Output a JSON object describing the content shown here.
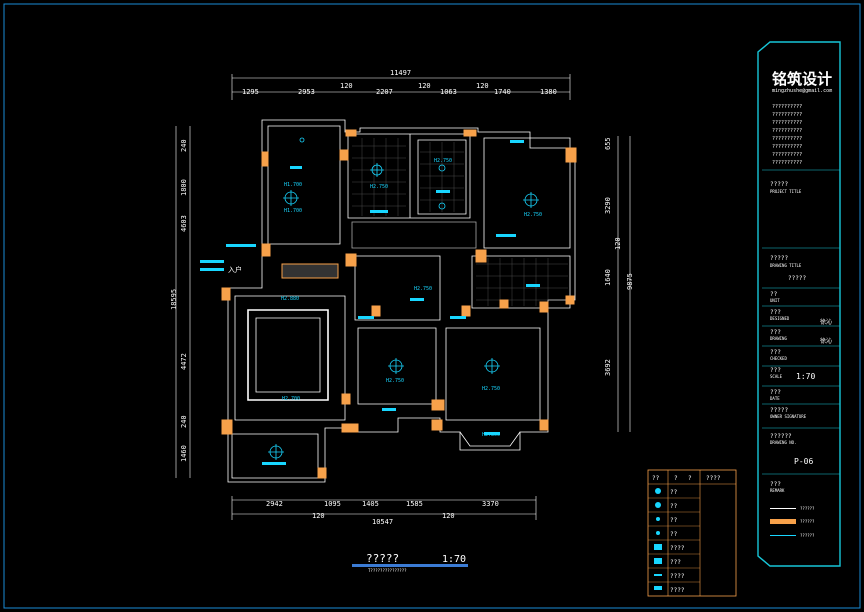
{
  "title_block": {
    "logo": "铭筑设计",
    "email": "mingzhushe@gmail.com",
    "notes": [
      "??????????",
      "??????????",
      "??????????",
      "??????????",
      "??????????",
      "??????????",
      "??????????",
      "??????????"
    ],
    "project_title_cn": "?????",
    "project_title_en": "PROJECT TITLE",
    "drawing_title_cn": "?????",
    "drawing_title_en": "DRAWING TITLE",
    "drawing_title_value": "?????",
    "unit_cn": "??",
    "unit_en": "UNIT",
    "designed_cn": "???",
    "designed_en": "DESIGNED",
    "designed_value": "徐沁",
    "drawing_cn": "???",
    "drawing_en": "DRAWING",
    "drawing_value": "徐沁",
    "checked_cn": "???",
    "checked_en": "CHECKED",
    "scale_cn": "???",
    "scale_en": "SCALE",
    "scale_value": "1:70",
    "date_cn": "???",
    "date_en": "DATE",
    "signature_cn": "?????",
    "signature_en": "OWNER SIGNATURE",
    "drawing_no_cn": "??????",
    "drawing_no_en": "DRAWING NO.",
    "drawing_no_value": "P-06",
    "remark_cn": "???",
    "remark_en": "REMARK",
    "legend": [
      "??????",
      "??????",
      "??????"
    ]
  },
  "drawing": {
    "caption": "?????",
    "caption_scale": "1:70",
    "caption_sub": "T???????????????",
    "entrance_label": "入户",
    "top_total": "11497",
    "top_dims": [
      "1295",
      "2953",
      "120",
      "2207",
      "120",
      "1063",
      "120",
      "1740",
      "1380"
    ],
    "bottom_total": "10547",
    "bottom_dims": [
      "2942",
      "120",
      "1095",
      "1405",
      "1585",
      "120",
      "3370"
    ],
    "left_total": "18595",
    "left_dims": [
      "240",
      "1800",
      "4603",
      "4472",
      "240",
      "1460"
    ],
    "right_total": "9875",
    "right_dims": [
      "655",
      "3290",
      "120",
      "1640",
      "3692"
    ],
    "room_labels": [
      "H1.700",
      "H1.700",
      "H2.750",
      "H2.750",
      "H2.880",
      "H2.750",
      "H2.750",
      "H2.750",
      "H2.700",
      "H2.750",
      "H2.800"
    ]
  },
  "legend_table": {
    "headers": [
      "??",
      "?",
      "?",
      "????"
    ],
    "rows": [
      "??",
      "??",
      "??",
      "??",
      "????",
      "???",
      "????",
      "????"
    ]
  },
  "colors": {
    "wall": "#f7a14a",
    "annotation": "#18d6ff",
    "line": "#ffffff",
    "frame": "#17c6d8"
  }
}
